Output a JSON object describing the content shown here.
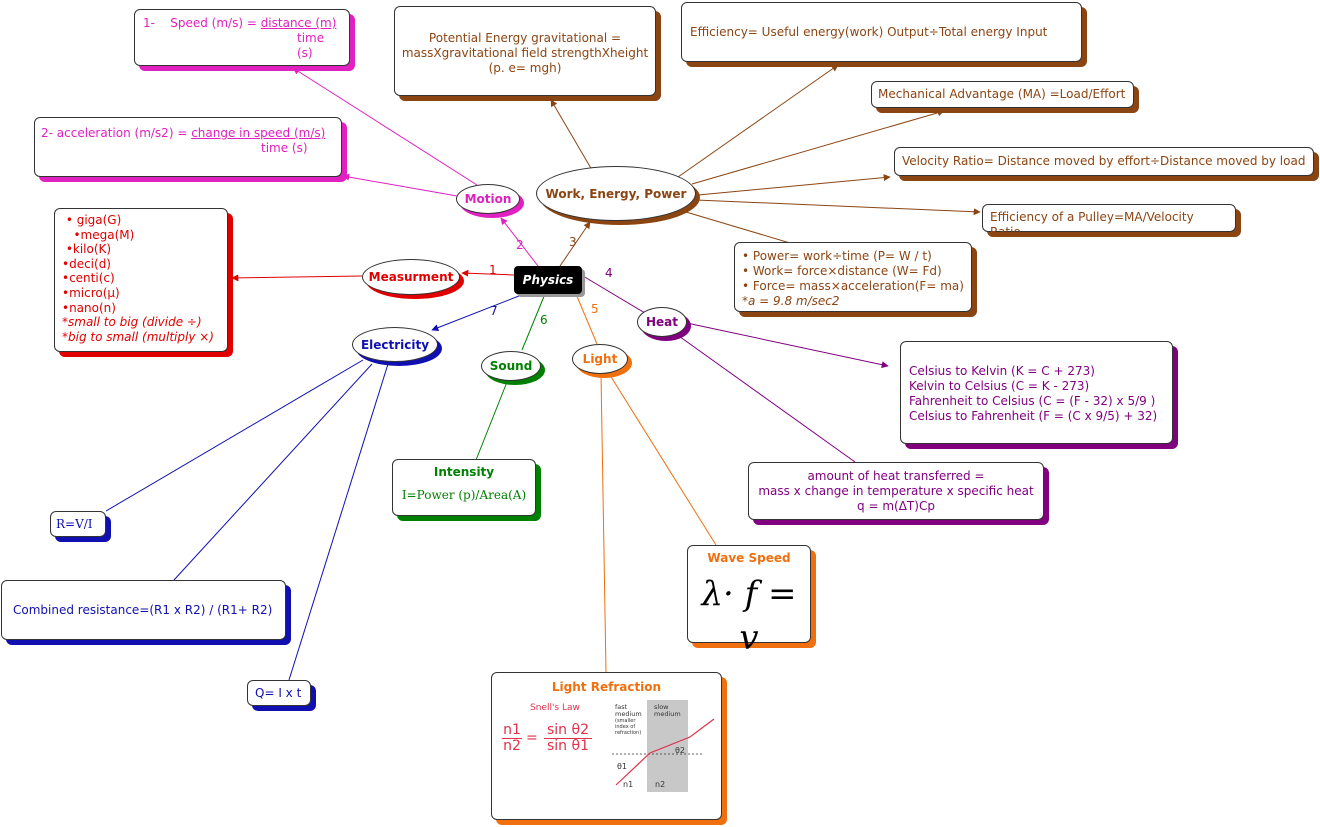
{
  "colors": {
    "motion": "#e020c0",
    "energy": "#8b4513",
    "measure": "#e00000",
    "heat": "#800080",
    "light": "#f07010",
    "sound": "#008000",
    "electric": "#1010b0"
  },
  "center": {
    "label": "Physics"
  },
  "topics": {
    "motion": "Motion",
    "energy": "Work, Energy, Power",
    "measure": "Measurment",
    "electric": "Electricity",
    "sound": "Sound",
    "light": "Light",
    "heat": "Heat"
  },
  "numbers": {
    "n1": "1",
    "n2": "2",
    "n3": "3",
    "n4": "4",
    "n5": "5",
    "n6": "6",
    "n7": "7"
  },
  "motion": {
    "speed": {
      "prefix": "1-    Speed (m/s) = ",
      "num": "distance (m)",
      "den": "time (s)"
    },
    "accel": {
      "prefix": "2- acceleration (m/s2) = ",
      "num": "change in speed (m/s)",
      "den": "time (s)"
    }
  },
  "energy": {
    "pe": [
      "Potential Energy gravitational =",
      "massXgravitational field strengthXheight",
      "(p. e= mgh)"
    ],
    "efficiency": "Efficiency= Useful energy(work) Output÷Total energy Input",
    "ma": "Mechanical Advantage (MA) =Load/Effort",
    "vr": "Velocity Ratio= Distance moved by effort÷Distance moved by load",
    "pulley": "Efficiency of a Pulley=MA/Velocity Ratio",
    "power": [
      "• Power= work÷time (P= W / t)",
      "• Work= force×distance (W= Fd)",
      "• Force= mass×acceleration(F= ma)",
      "*a = 9.8 m/sec2"
    ]
  },
  "measure": {
    "prefixes": [
      " • giga(G)",
      "   •mega(M)",
      " •kilo(K)",
      "•deci(d)",
      "•centi(c)",
      "•micro(µ)",
      "•nano(n)",
      "*small to big (divide ÷)",
      "*big to small (multiply ×)"
    ]
  },
  "heat": {
    "conversions": [
      "Celsius to Kelvin (K = C + 273)",
      "Kelvin to Celsius (C = K - 273)",
      "Fahrenheit to Celsius (C = (F - 32) x 5/9 )",
      "Celsius to Fahrenheit (F = (C x 9/5) + 32)"
    ],
    "transfer": [
      "amount of heat transferred =",
      "mass x change in temperature x specific heat",
      "q = m(ΔT)Cp"
    ]
  },
  "sound": {
    "title": "Intensity",
    "formula": "I=Power (p)/Area(A)"
  },
  "light": {
    "wave_title": "Wave Speed",
    "wave_formula": "λ· f = v",
    "refraction_title": "Light Refraction",
    "snell": "Snell's Law",
    "n1": "n1",
    "n2": "n2",
    "sin2": "sin θ2",
    "sin1": "sin θ1",
    "fast": "fast medium",
    "fast_note": "(smaller index of refraction)",
    "slow": "slow medium",
    "theta1": "θ1",
    "theta2": "θ2"
  },
  "electric": {
    "ohm": "R=V/I",
    "combined": "Combined resistance=(R1 x R2) / (R1+ R2)",
    "charge": "Q= I x t"
  }
}
